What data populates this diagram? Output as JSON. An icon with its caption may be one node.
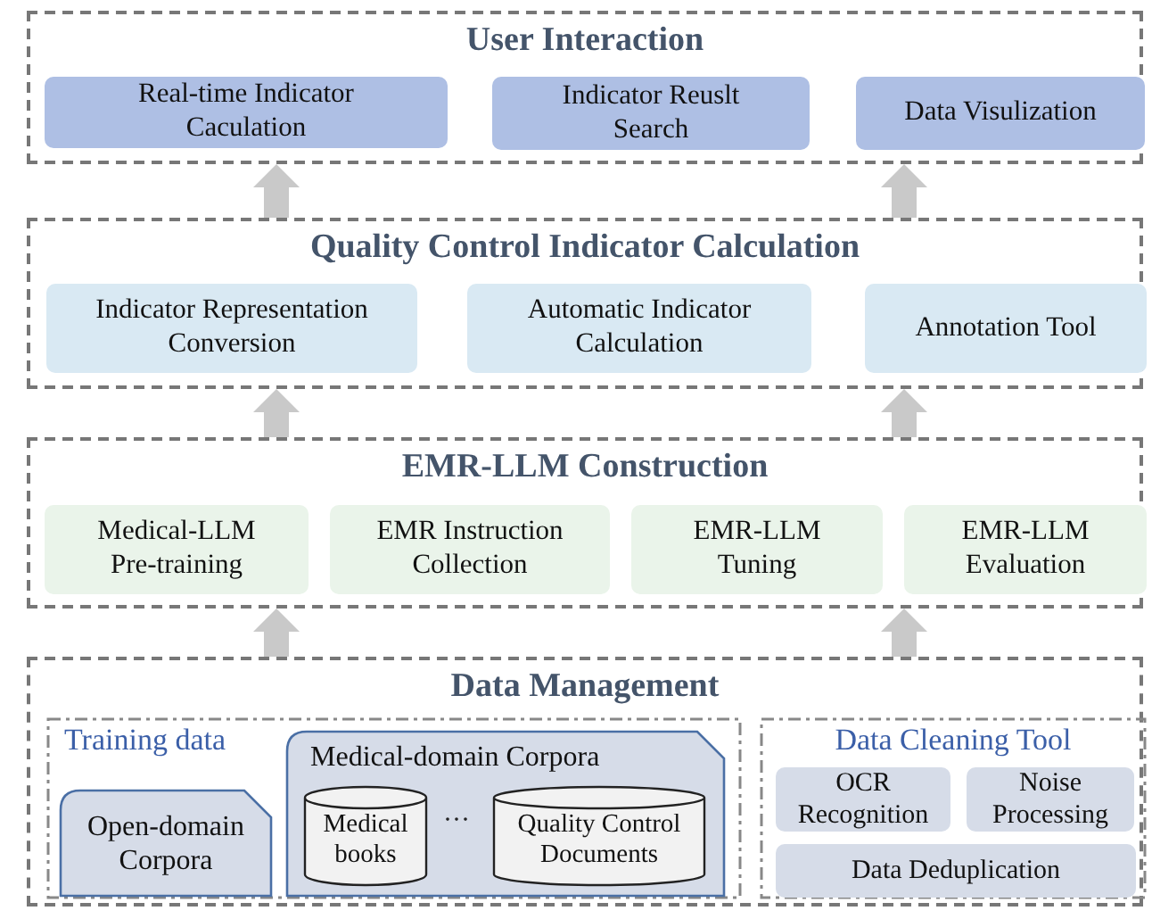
{
  "diagram": {
    "nodes": [
      {
        "text": [
          "User Interaction"
        ]
      },
      {
        "text": [
          "Real-time Indicator Caculation"
        ],
        "in": 0
      },
      {
        "text": [
          "Indicator Reuslt Search"
        ],
        "in": 0
      },
      {
        "text": [
          "Data Visulization"
        ],
        "in": 0
      },
      {
        "text": [
          "Quality Control Indicator Calculation"
        ]
      },
      {
        "text": [
          "Indicator Representation Conversion"
        ],
        "in": 4
      },
      {
        "text": [
          "Automatic Indicator Calculation"
        ],
        "in": 4
      },
      {
        "text": [
          "Annotation Tool"
        ],
        "in": 4
      },
      {
        "text": [
          "EMR-LLM Construction"
        ]
      },
      {
        "text": [
          "Medical-LLM Pre-training"
        ],
        "in": 8
      },
      {
        "text": [
          "EMR Instruction Collection"
        ],
        "in": 8
      },
      {
        "text": [
          "EMR-LLM Tuning"
        ],
        "in": 8
      },
      {
        "text": [
          "EMR-LLM Evaluation"
        ],
        "in": 8
      },
      {
        "text": [
          "Data Management"
        ]
      },
      {
        "text": [
          "Training data"
        ],
        "in": 13
      },
      {
        "text": [
          "Open-domain Corpora"
        ],
        "in": 14
      },
      {
        "text": [
          "Medical-domain Corpora"
        ],
        "in": 14
      },
      {
        "text": [
          "Medical books"
        ],
        "in": 16
      },
      {
        "text": [
          "Quality Control Documents"
        ],
        "in": 16
      },
      {
        "text": [
          "Data Cleaning Tool"
        ],
        "in": 13
      },
      {
        "text": [
          "OCR Recognition"
        ],
        "in": 19
      },
      {
        "text": [
          "Noise Processing"
        ],
        "in": 19
      },
      {
        "text": [
          "Data Deduplication"
        ],
        "in": 19
      }
    ],
    "edges": [
      {
        "from": 13,
        "to": 8,
        "arrow": "to",
        "style": "thick"
      },
      {
        "from": 13,
        "to": 8,
        "arrow": "to",
        "style": "thick"
      },
      {
        "from": 8,
        "to": 4,
        "arrow": "to",
        "style": "thick"
      },
      {
        "from": 8,
        "to": 4,
        "arrow": "to",
        "style": "thick"
      },
      {
        "from": 4,
        "to": 0,
        "arrow": "to",
        "style": "thick"
      },
      {
        "from": 4,
        "to": 0,
        "arrow": "to",
        "style": "thick"
      }
    ],
    "labels": [
      "···"
    ]
  }
}
